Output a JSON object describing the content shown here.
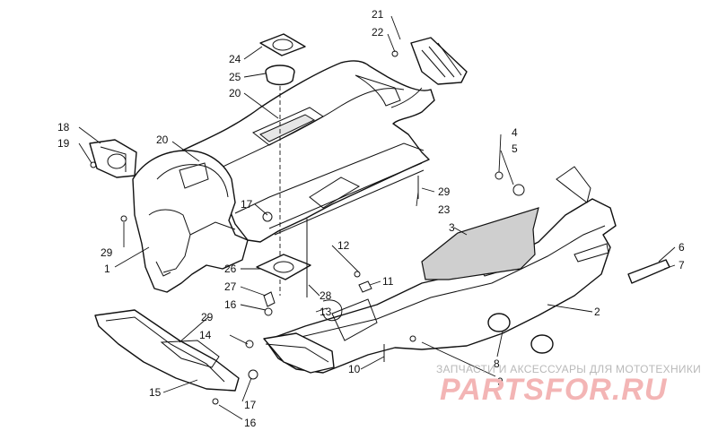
{
  "labels": [
    {
      "id": "l21",
      "text": "21"
    },
    {
      "id": "l22",
      "text": "22"
    },
    {
      "id": "l24",
      "text": "24"
    },
    {
      "id": "l25",
      "text": "25"
    },
    {
      "id": "l20a",
      "text": "20"
    },
    {
      "id": "l18",
      "text": "18"
    },
    {
      "id": "l19",
      "text": "19"
    },
    {
      "id": "l20b",
      "text": "20"
    },
    {
      "id": "l4",
      "text": "4"
    },
    {
      "id": "l5",
      "text": "5"
    },
    {
      "id": "l17a",
      "text": "17"
    },
    {
      "id": "l29a",
      "text": "29"
    },
    {
      "id": "l23",
      "text": "23"
    },
    {
      "id": "l3",
      "text": "3"
    },
    {
      "id": "l29b",
      "text": "29"
    },
    {
      "id": "l12",
      "text": "12"
    },
    {
      "id": "l1",
      "text": "1"
    },
    {
      "id": "l6",
      "text": "6"
    },
    {
      "id": "l7",
      "text": "7"
    },
    {
      "id": "l26",
      "text": "26"
    },
    {
      "id": "l11",
      "text": "11"
    },
    {
      "id": "l27",
      "text": "27"
    },
    {
      "id": "l28",
      "text": "28"
    },
    {
      "id": "l13",
      "text": "13"
    },
    {
      "id": "l16a",
      "text": "16"
    },
    {
      "id": "l2",
      "text": "2"
    },
    {
      "id": "l29c",
      "text": "29"
    },
    {
      "id": "l14",
      "text": "14"
    },
    {
      "id": "l8",
      "text": "8"
    },
    {
      "id": "l10",
      "text": "10"
    },
    {
      "id": "l9",
      "text": "9"
    },
    {
      "id": "l15",
      "text": "15"
    },
    {
      "id": "l17b",
      "text": "17"
    },
    {
      "id": "l16b",
      "text": "16"
    }
  ],
  "watermark": {
    "subtitle": "ЗАПЧАСТИ И АКСЕССУАРЫ ДЛЯ МОТОТЕХНИКИ",
    "brand": "PARTSFOR.RU"
  }
}
